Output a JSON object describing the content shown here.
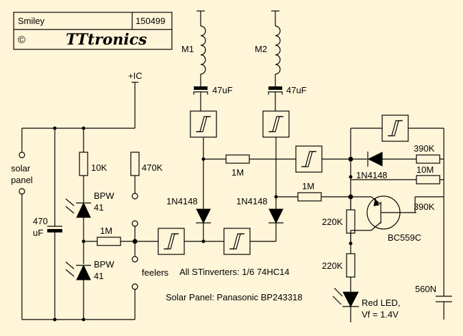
{
  "title_block": {
    "name": "Smiley",
    "number": "150499",
    "copyright": "©",
    "logo": "TTtronics"
  },
  "labels": {
    "supply": "+IC",
    "m1": "M1",
    "m2": "M2",
    "cap_m1": "47uF",
    "cap_m2": "47uF",
    "solar_panel": [
      "solar",
      "panel"
    ],
    "cap_470": [
      "470",
      "uF"
    ],
    "r_10k": "10K",
    "r_470k": "470K",
    "bpw_top": [
      "BPW",
      "41"
    ],
    "bpw_bot": [
      "BPW",
      "41"
    ],
    "r_1m_left": "1M",
    "r_1m_mid": "1M",
    "r_1m_right": "1M",
    "feelers": "feelers",
    "diode_1": "1N4148",
    "diode_2": "1N4148",
    "diode_3": "1N4148",
    "r_390k_top": "390K",
    "r_10m": "10M",
    "r_390k_bot": "390K",
    "r_220k_1": "220K",
    "r_220k_2": "220K",
    "transistor": "BC559C",
    "led": [
      "Red LED,",
      "Vf = 1.4V"
    ],
    "cap_560n": "560N",
    "note_inverters": "All STinverters: 1/6 74HC14",
    "note_panel": "Solar Panel: Panasonic BP243318"
  }
}
